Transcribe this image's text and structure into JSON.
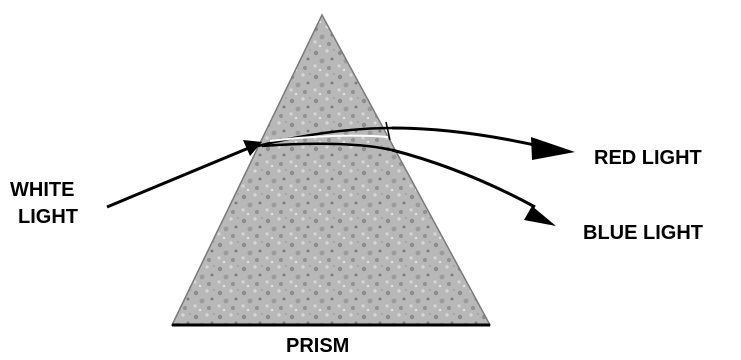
{
  "labels": {
    "white_light_line1": "WHITE",
    "white_light_line2": "LIGHT",
    "red_light": "RED LIGHT",
    "blue_light": "BLUE LIGHT",
    "prism": "PRISM"
  },
  "colors": {
    "prism_fill": "#b4b4b4",
    "ink": "#000000"
  }
}
